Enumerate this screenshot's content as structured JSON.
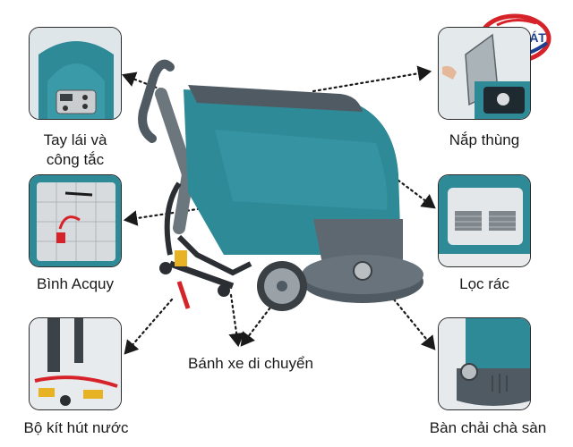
{
  "logo": {
    "text": "YÊN PHÁT"
  },
  "callouts": {
    "steering": {
      "label_line1": "Tay lái và",
      "label_line2": "công tắc"
    },
    "lid": {
      "label": "Nắp thùng"
    },
    "battery": {
      "label": "Bình Acquy"
    },
    "filter": {
      "label": "Lọc rác"
    },
    "suction": {
      "label": "Bộ kít hút nước"
    },
    "wheels": {
      "label": "Bánh xe di chuyển"
    },
    "brush": {
      "label": "Bàn chải chà sàn"
    }
  },
  "colors": {
    "machine_body": "#2f8a98",
    "machine_dark": "#23707d",
    "base_gray": "#4f5a63",
    "arrow": "#1a1a1a",
    "logo_red": "#d6232a",
    "logo_blue": "#1d3f8f"
  }
}
